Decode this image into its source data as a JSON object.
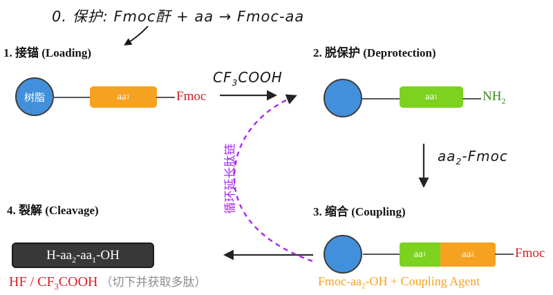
{
  "colors": {
    "resin_blue": "#4290DB",
    "aa_orange": "#F5A221",
    "aa_green": "#7CD21E",
    "nh2_green": "#3E8A1C",
    "fmoc_red": "#D42026",
    "cycle_purple": "#A428F0",
    "product_dark": "#383838",
    "note_gray": "#8C8C8C"
  },
  "annotation_top": {
    "text": "0. 保护: Fmoc酐 + aa → Fmoc-aa"
  },
  "steps": {
    "loading": {
      "title": "1. 接锚 (Loading)",
      "resin_label": "树脂",
      "aa_box": {
        "text": "aa",
        "sub": "1"
      },
      "end_label": "Fmoc"
    },
    "deprotection": {
      "title": "2. 脱保护 (Deprotection)",
      "aa_box": {
        "text": "aa",
        "sub": "1"
      },
      "end_label": {
        "text": "NH",
        "sub": "2"
      }
    },
    "coupling": {
      "title": "3. 缩合 (Coupling)",
      "aa_box1": {
        "text": "aa",
        "sub": "1"
      },
      "aa_box2": {
        "text": "aa",
        "sub": "2"
      },
      "end_label": "Fmoc",
      "caption": {
        "p1": "Fmoc-aa",
        "sub": "2",
        "p2": "-OH + Coupling Agent"
      }
    },
    "cleavage": {
      "title": "4. 裂解 (Cleavage)",
      "product": {
        "p1": "H-aa",
        "s1": "2",
        "p2": "-aa",
        "s2": "1",
        "p3": "-OH"
      },
      "caption_red": {
        "p1": "HF / CF",
        "sub": "3",
        "p2": "COOH"
      },
      "caption_gray": "（切下并获取多肽）"
    }
  },
  "reagents": {
    "deprotection_reagent": {
      "p1": "CF",
      "sub": "3",
      "p2": "COOH"
    },
    "coupling_reagent": {
      "p1": "aa",
      "sub": "2",
      "p2": "-Fmoc"
    }
  },
  "cycle_label": "循环延长肽链"
}
